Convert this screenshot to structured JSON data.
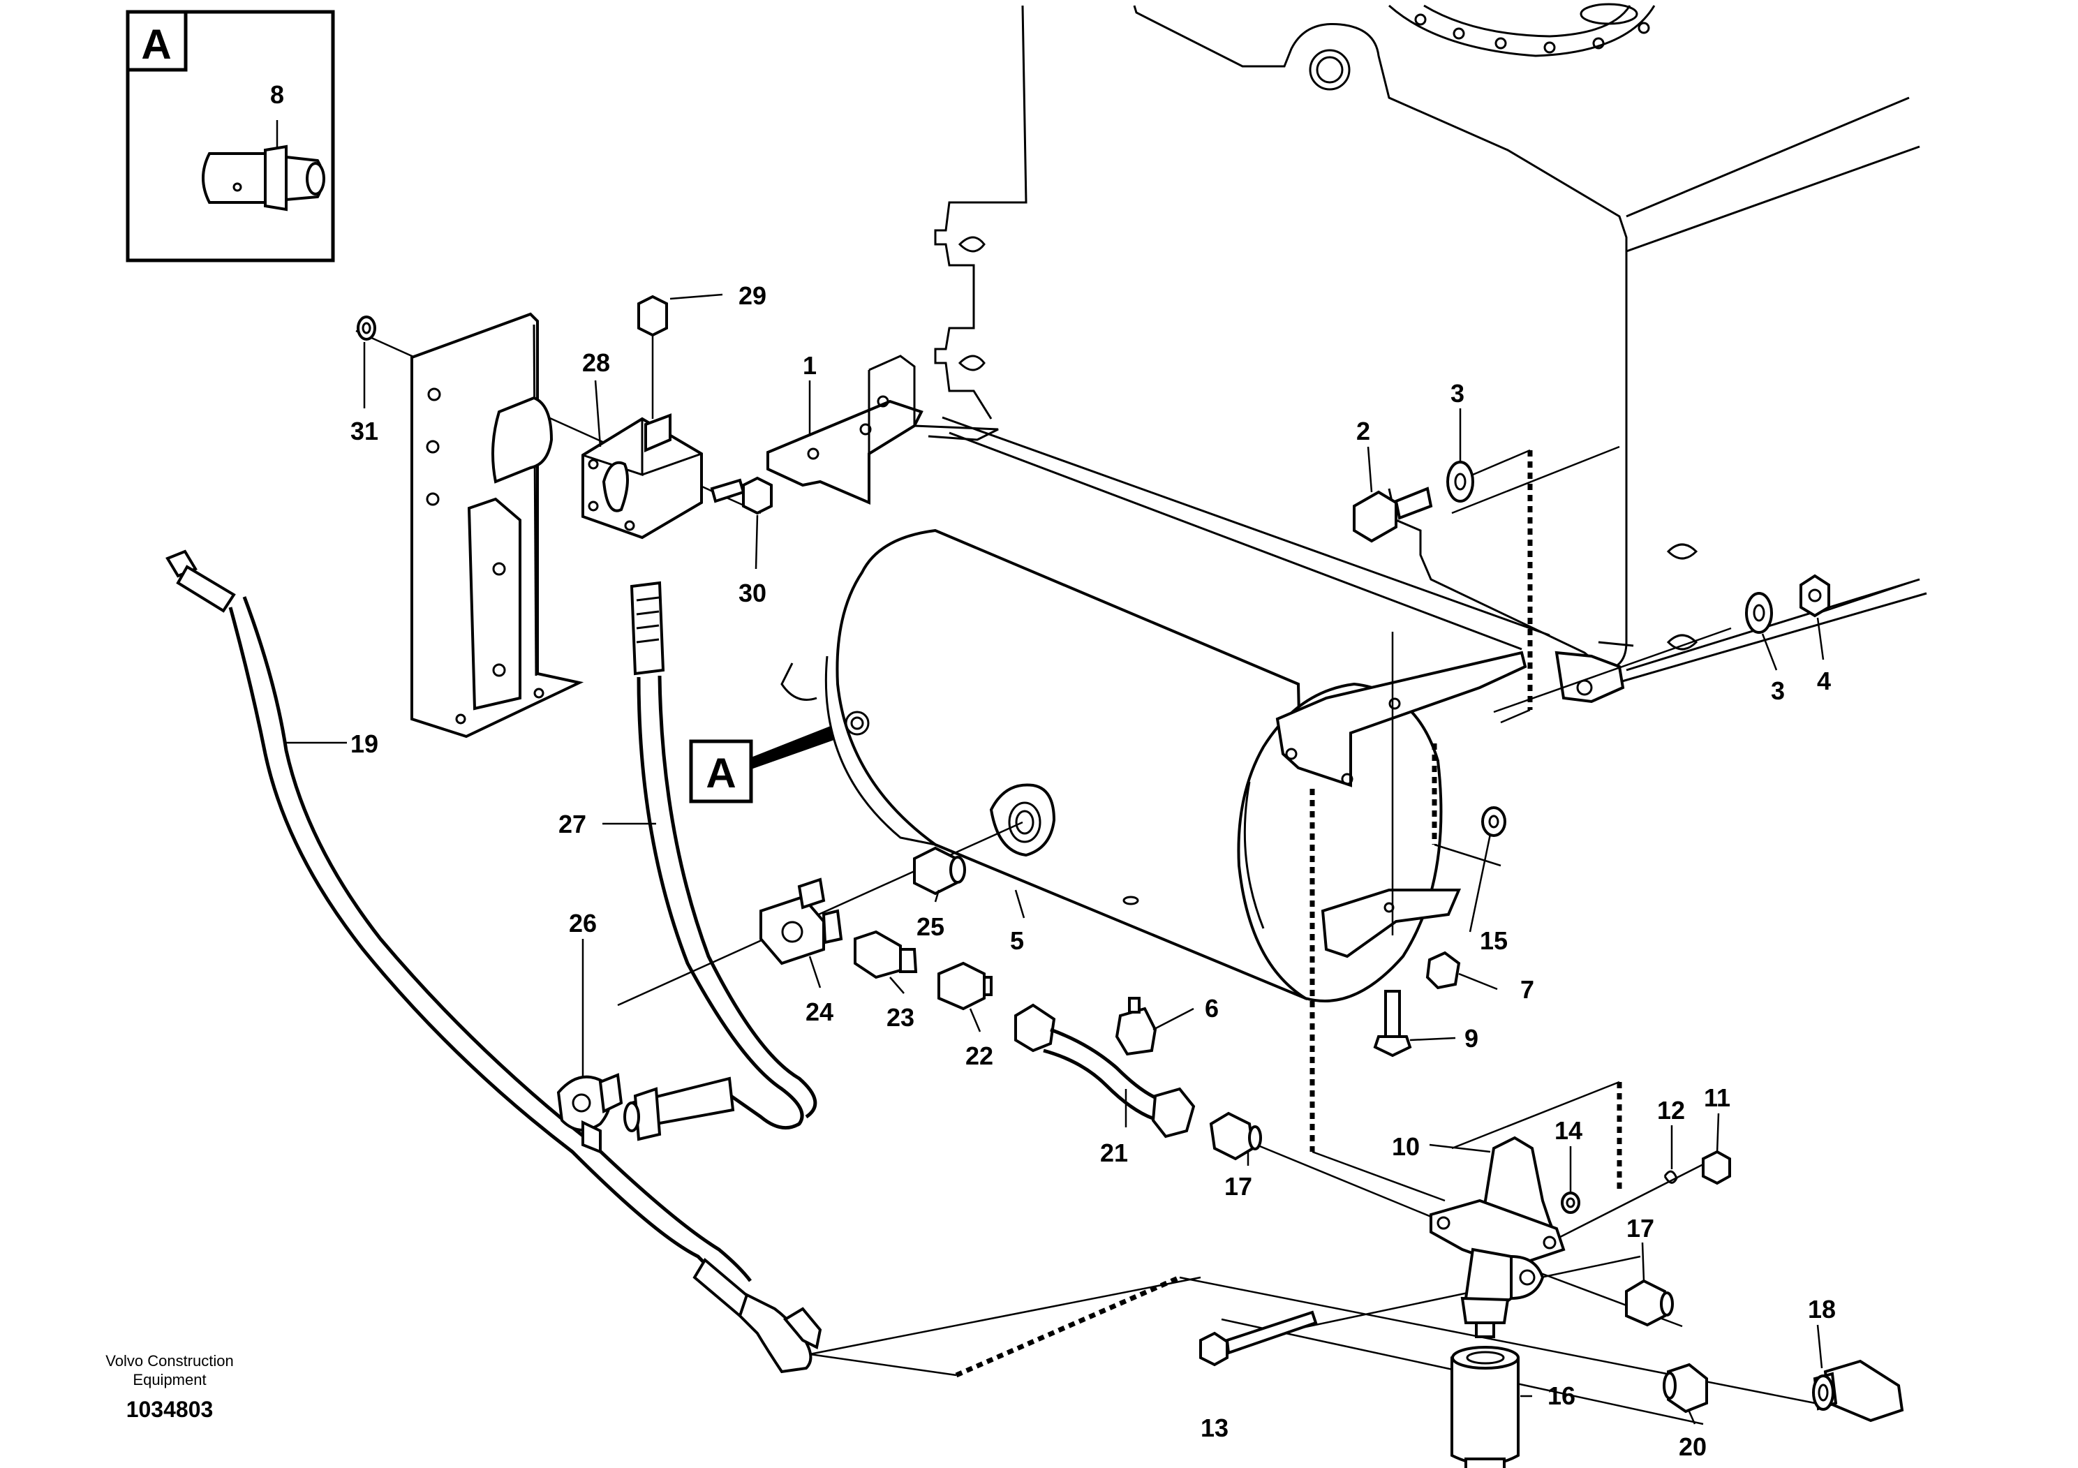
{
  "callouts": [
    {
      "id": "1",
      "label": "1"
    },
    {
      "id": "2",
      "label": "2"
    },
    {
      "id": "3a",
      "label": "3"
    },
    {
      "id": "3b",
      "label": "3"
    },
    {
      "id": "4",
      "label": "4"
    },
    {
      "id": "5",
      "label": "5"
    },
    {
      "id": "6",
      "label": "6"
    },
    {
      "id": "7",
      "label": "7"
    },
    {
      "id": "8",
      "label": "8"
    },
    {
      "id": "9",
      "label": "9"
    },
    {
      "id": "10",
      "label": "10"
    },
    {
      "id": "11",
      "label": "11"
    },
    {
      "id": "12",
      "label": "12"
    },
    {
      "id": "13",
      "label": "13"
    },
    {
      "id": "14",
      "label": "14"
    },
    {
      "id": "15",
      "label": "15"
    },
    {
      "id": "16",
      "label": "16"
    },
    {
      "id": "17a",
      "label": "17"
    },
    {
      "id": "17b",
      "label": "17"
    },
    {
      "id": "18",
      "label": "18"
    },
    {
      "id": "19",
      "label": "19"
    },
    {
      "id": "20",
      "label": "20"
    },
    {
      "id": "21",
      "label": "21"
    },
    {
      "id": "22",
      "label": "22"
    },
    {
      "id": "23",
      "label": "23"
    },
    {
      "id": "24",
      "label": "24"
    },
    {
      "id": "25",
      "label": "25"
    },
    {
      "id": "26",
      "label": "26"
    },
    {
      "id": "27",
      "label": "27"
    },
    {
      "id": "28",
      "label": "28"
    },
    {
      "id": "29",
      "label": "29"
    },
    {
      "id": "30",
      "label": "30"
    },
    {
      "id": "31",
      "label": "31"
    }
  ],
  "detail_view": {
    "letter": "A"
  },
  "view_marker": {
    "letter": "A"
  },
  "footer": {
    "brand_line1": "Volvo Construction",
    "brand_line2": "Equipment",
    "drawing_number": "1034803"
  }
}
